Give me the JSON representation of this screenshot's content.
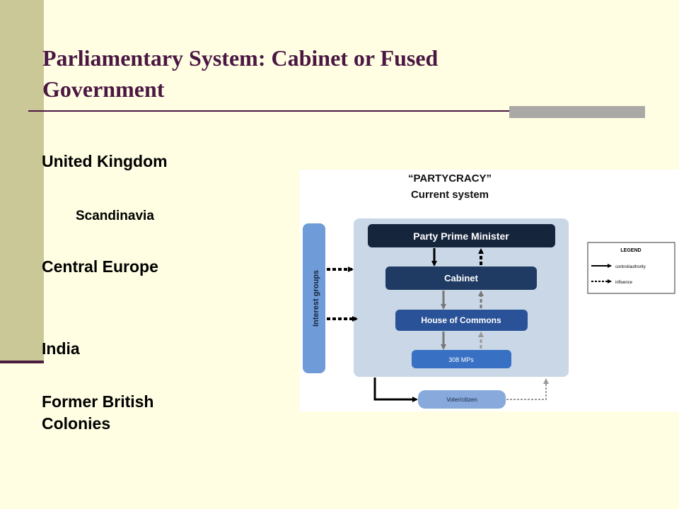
{
  "slide": {
    "title": "Parliamentary System: Cabinet or Fused Government",
    "bullets": [
      "United Kingdom",
      "Scandinavia",
      "Central Europe",
      "India",
      "Former British Colonies"
    ]
  },
  "diagram": {
    "heading_line1": "“PARTYCRACY”",
    "heading_line2": "Current system",
    "interest_groups": "Interest groups",
    "pm": "Party Prime Minister",
    "cabinet": "Cabinet",
    "commons": "House of Commons",
    "mps": "308 MPs",
    "voter": "Voter/citizen",
    "legend": {
      "title": "LEGEND",
      "item1": "control/authority",
      "item2": "influence"
    },
    "colors": {
      "panel": "#c9d7e6",
      "pm_box": "#15253c",
      "cabinet_box": "#1f3b63",
      "commons_box": "#2a5298",
      "mps_box": "#3870c4",
      "voter_box": "#87a9dc",
      "interest_bar": "#6f9bd8"
    }
  }
}
